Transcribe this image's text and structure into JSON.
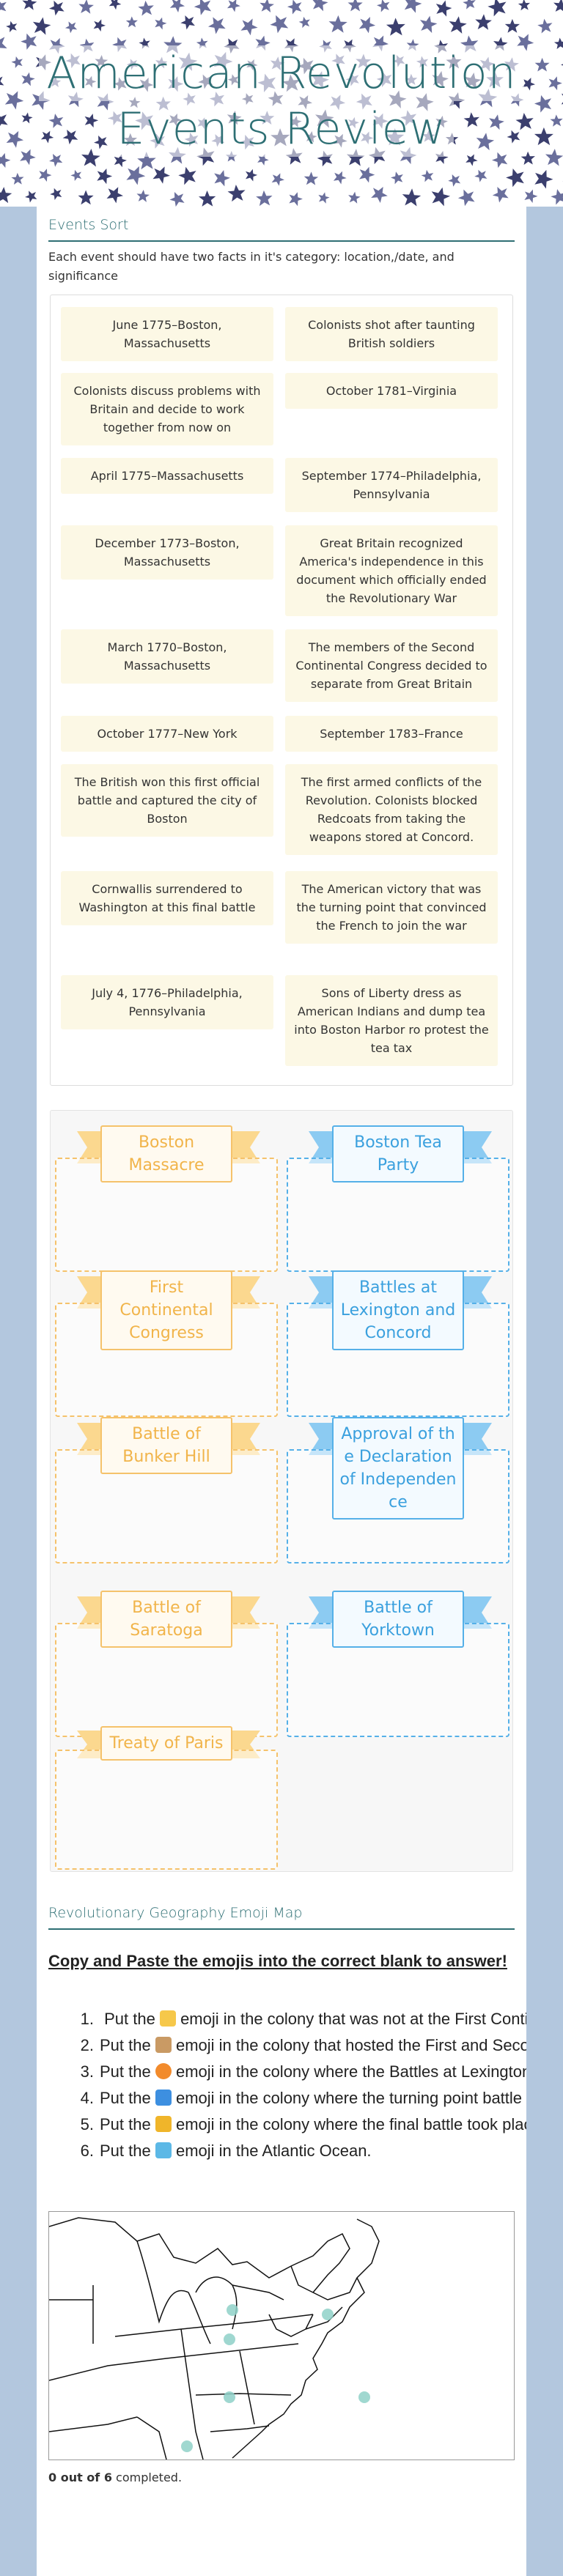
{
  "header": {
    "title_line1": "American Revolution",
    "title_line2": "Events Review"
  },
  "events_sort": {
    "heading": "Events Sort",
    "instructions": "Each event should have two facts in it's category: location,/date, and significance",
    "cards": [
      "June 1775–Boston, Massachusetts",
      "Colonists shot after taunting British soldiers",
      "Colonists discuss problems with Britain and decide to work together from now on",
      "October 1781–Virginia",
      "April 1775–Massachusetts",
      "September 1774–Philadelphia, Pennsylvania",
      "December 1773–Boston, Massachusetts",
      "Great Britain recognized America's independence in this document which officially ended the Revolutionary War",
      "March 1770–Boston, Massachusetts",
      "The members of the Second Continental Congress decided to separate from Great Britain",
      "October 1777–New York",
      "September 1783–France",
      "The British won this first official battle and captured the city of Boston",
      "The first armed conflicts of the Revolution. Colonists blocked Redcoats from taking the weapons stored at Concord.",
      "Cornwallis surrendered to Washington at this final battle",
      "The American victory that was the turning point that convinced the French to join the war",
      "July 4, 1776–Philadelphia, Pennsylvania",
      "Sons of Liberty dress as American Indians and dump tea into Boston Harbor ro protest the tea tax"
    ],
    "buckets": [
      "Boston Massacre",
      "Boston Tea Party",
      "First Continental Congress",
      "Battles at Lexington and Concord",
      "Battle of Bunker Hill",
      "Approval of the Declaration of Independence",
      "Battle of Saratoga",
      "Battle of Yorktown",
      "Treaty of Paris"
    ]
  },
  "emoji_map": {
    "heading": "Revolutionary Geography Emoji Map",
    "intro": "Copy and Paste the emojis into the correct blank to answer!",
    "items": [
      {
        "num": "1.",
        "before": " Put the ",
        "emoji": "sleeping-face-emoji",
        "after": " emoji in the colony that was not at the First Continental Congress."
      },
      {
        "num": "2.",
        "before": "Put the ",
        "emoji": "scroll-emoji",
        "after": " emoji in the colony that hosted the First and Second Continental Congress."
      },
      {
        "num": "3.",
        "before": "Put the ",
        "emoji": "explosion-emoji",
        "after": " emoji in the colony where the Battles at Lexington and Concord took place."
      },
      {
        "num": "4.",
        "before": "Put the ",
        "emoji": "arrows-cycle-emoji",
        "after": " emoji in the colony where the turning point battle took place."
      },
      {
        "num": "5.",
        "before": "Put the ",
        "emoji": "trophy-emoji",
        "after": " emoji in the colony where the final battle took place."
      },
      {
        "num": "6.",
        "before": "Put the ",
        "emoji": "whale-emoji",
        "after": " emoji in the Atlantic Ocean."
      }
    ]
  },
  "progress": {
    "count": "0 out of 6",
    "suffix": " completed."
  },
  "colors": {
    "accent": "#2e6f74",
    "card_bg": "#fcf8e5",
    "orange": "#f5c26b",
    "blue": "#55b0e8",
    "marker": "#8fd1c8",
    "page_bg": "#b3c7de"
  }
}
